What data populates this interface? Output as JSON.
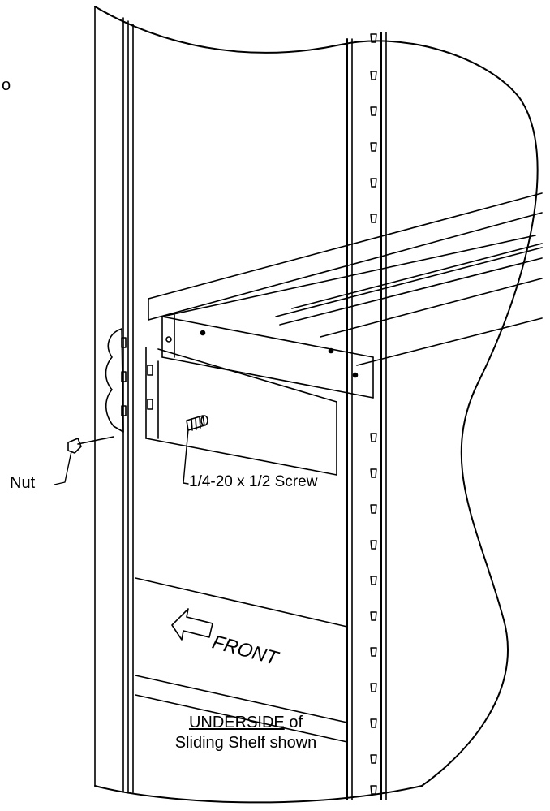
{
  "labels": {
    "fragment": "o",
    "nut": "Nut",
    "screw": "1/4-20 x 1/2 Screw",
    "front": "FRONT",
    "underside_emphasis": "UNDERSIDE",
    "underside_rest": " of",
    "underside_line2": "Sliding Shelf shown"
  },
  "colors": {
    "line": "#000000",
    "background": "#ffffff"
  }
}
